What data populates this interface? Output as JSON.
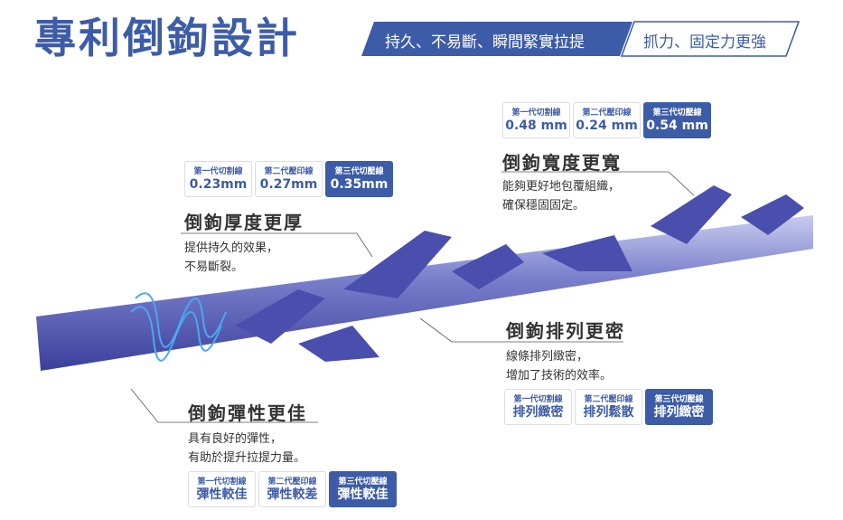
{
  "title": "專利倒鉤設計",
  "banner": {
    "primary": "持久、不易斷、瞬間緊實拉提",
    "secondary": "抓力、固定力更強"
  },
  "colors": {
    "brand": "#3d5ca8"
  },
  "features": [
    {
      "heading": "倒鉤厚度更厚",
      "lines": [
        "提供持久的效果，",
        "不易斷裂。"
      ],
      "compare": [
        {
          "gen": "第一代切割線",
          "value": "0.23mm"
        },
        {
          "gen": "第二代壓印線",
          "value": "0.27mm"
        },
        {
          "gen": "第三代切壓線",
          "value": "0.35mm"
        }
      ]
    },
    {
      "heading": "倒鉤寬度更寬",
      "lines": [
        "能夠更好地包覆組織，",
        "確保穩固固定。"
      ],
      "compare": [
        {
          "gen": "第一代切割線",
          "value": "0.48 mm"
        },
        {
          "gen": "第二代壓印線",
          "value": "0.24 mm"
        },
        {
          "gen": "第三代切壓線",
          "value": "0.54 mm"
        }
      ]
    },
    {
      "heading": "倒鉤排列更密",
      "lines": [
        "線條排列緻密，",
        "增加了技術的效率。"
      ],
      "compare": [
        {
          "gen": "第一代切割線",
          "value": "排列緻密"
        },
        {
          "gen": "第二代壓印線",
          "value": "排列鬆散"
        },
        {
          "gen": "第三代切壓線",
          "value": "排列緻密"
        }
      ]
    },
    {
      "heading": "倒鉤彈性更佳",
      "lines": [
        "具有良好的彈性，",
        "有助於提升拉提力量。"
      ],
      "compare": [
        {
          "gen": "第一代切割線",
          "value": "彈性較佳"
        },
        {
          "gen": "第二代壓印線",
          "value": "彈性較差"
        },
        {
          "gen": "第三代切壓線",
          "value": "彈性較佳"
        }
      ]
    }
  ]
}
